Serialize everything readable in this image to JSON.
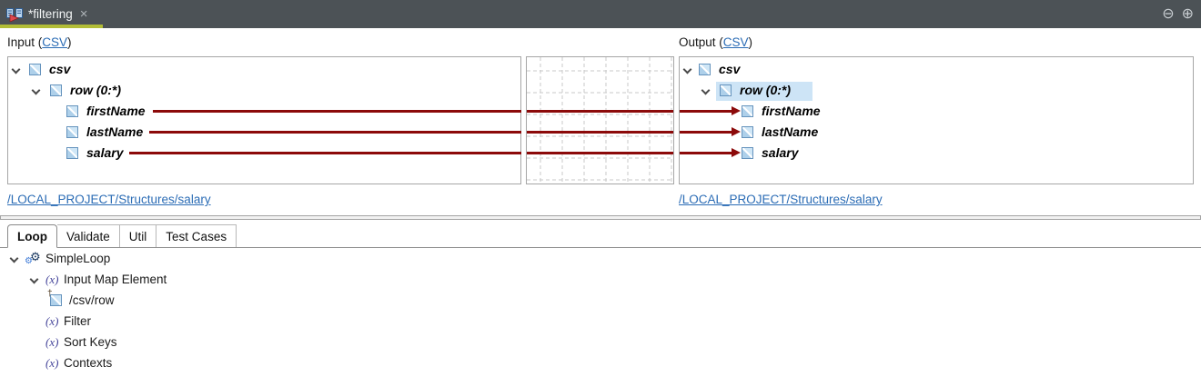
{
  "titlebar": {
    "tab_label": "*filtering",
    "close_glyph": "×",
    "minimize_glyph": "⊖",
    "maximize_glyph": "⊕"
  },
  "colors": {
    "accent_green": "#b2bd36",
    "link_blue": "#2b6cb5",
    "map_line_red": "#8c0a0a",
    "selection_blue": "#cde4f6"
  },
  "input_panel": {
    "header_prefix": "Input (",
    "header_link": "CSV",
    "header_suffix": ")",
    "structure_link": "/LOCAL_PROJECT/Structures/salary",
    "tree": [
      {
        "label": "csv"
      },
      {
        "label": "row (0:*)"
      },
      {
        "label": "firstName"
      },
      {
        "label": "lastName"
      },
      {
        "label": "salary"
      }
    ]
  },
  "output_panel": {
    "header_prefix": "Output (",
    "header_link": "CSV",
    "header_suffix": ")",
    "structure_link": "/LOCAL_PROJECT/Structures/salary",
    "selected_node": "row (0:*)",
    "tree": [
      {
        "label": "csv"
      },
      {
        "label": "row (0:*)"
      },
      {
        "label": "firstName"
      },
      {
        "label": "lastName"
      },
      {
        "label": "salary"
      }
    ]
  },
  "tabs": [
    {
      "label": "Loop"
    },
    {
      "label": "Validate"
    },
    {
      "label": "Util"
    },
    {
      "label": "Test Cases"
    }
  ],
  "loop_tree": [
    {
      "label": "SimpleLoop"
    },
    {
      "label": "Input Map Element"
    },
    {
      "label": "/csv/row"
    },
    {
      "label": "Filter"
    },
    {
      "label": "Sort Keys"
    },
    {
      "label": "Contexts"
    }
  ],
  "icons": {
    "fx_glyph": "(x)",
    "gear_glyph": "⚙",
    "dagger_glyph": "†"
  }
}
